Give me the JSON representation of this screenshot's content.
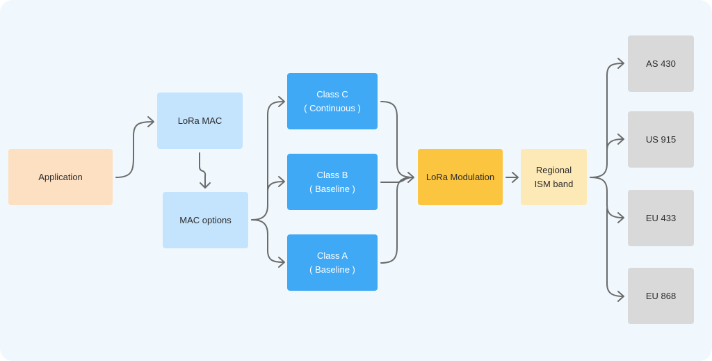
{
  "diagram": {
    "title": "LoRaWAN stack",
    "nodes": {
      "application": "Application",
      "lora_mac": "LoRa MAC",
      "mac_options": "MAC options",
      "class_c": {
        "line1": "Class C",
        "line2": "( Continuous )"
      },
      "class_b": {
        "line1": "Class B",
        "line2": "( Baseline )"
      },
      "class_a": {
        "line1": "Class A",
        "line2": "( Baseline )"
      },
      "lora_modulation": "LoRa Modulation",
      "regional_ism": {
        "line1": "Regional",
        "line2": "ISM band"
      },
      "regions": [
        "AS 430",
        "US 915",
        "EU 433",
        "EU 868"
      ]
    },
    "edges": [
      [
        "Application",
        "LoRa MAC"
      ],
      [
        "LoRa MAC",
        "MAC options"
      ],
      [
        "MAC options",
        "Class C"
      ],
      [
        "MAC options",
        "Class B"
      ],
      [
        "MAC options",
        "Class A"
      ],
      [
        "Class C",
        "LoRa Modulation"
      ],
      [
        "Class B",
        "LoRa Modulation"
      ],
      [
        "Class A",
        "LoRa Modulation"
      ],
      [
        "LoRa Modulation",
        "Regional ISM band"
      ],
      [
        "Regional ISM band",
        "AS 430"
      ],
      [
        "Regional ISM band",
        "US 915"
      ],
      [
        "Regional ISM band",
        "EU 433"
      ],
      [
        "Regional ISM band",
        "EU 868"
      ]
    ],
    "colors": {
      "background": "#f0f8fd",
      "application": "#fde0c2",
      "mac": "#c4e3fc",
      "class": "#3fa9f5",
      "modulation": "#fcc53f",
      "ism": "#fde9b5",
      "region": "#d9d9d9",
      "connector": "#6b6b6b"
    }
  }
}
